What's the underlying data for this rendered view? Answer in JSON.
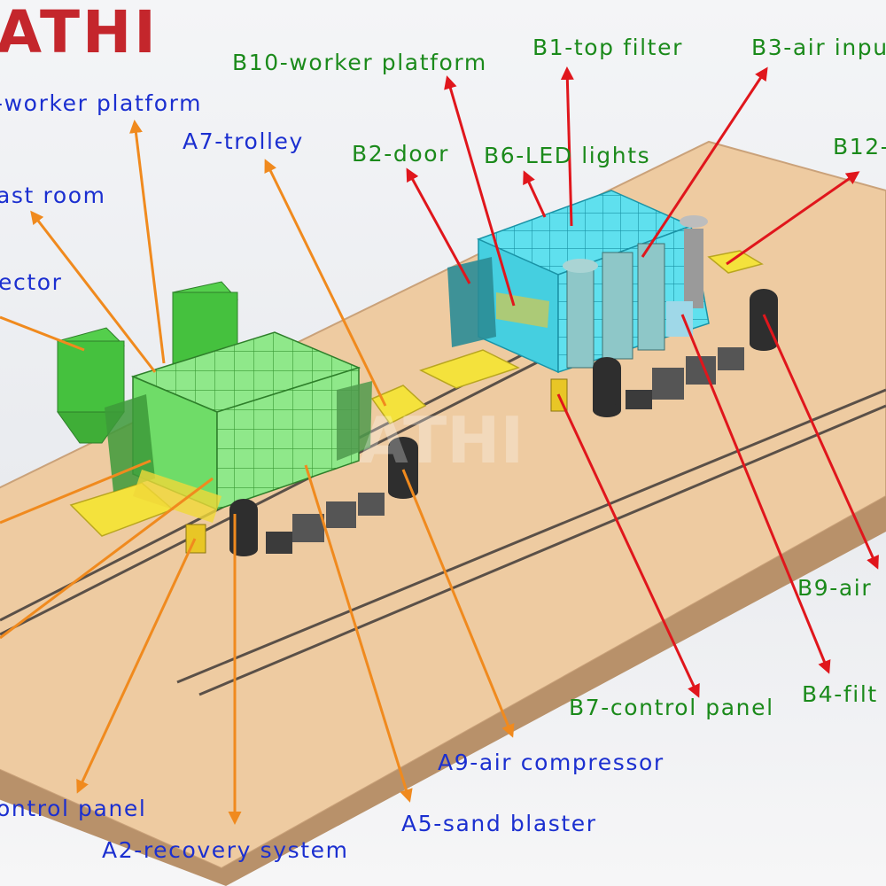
{
  "logo": {
    "text": "ATHI",
    "watermark": "ATHI"
  },
  "colors": {
    "left_line": "#f08a1e",
    "right_line": "#e0161c",
    "left_text": "#1b2fd0",
    "right_text": "#1b8a1b",
    "logo": "#c4262c"
  },
  "labels": {
    "a_worker_platform": "-worker platform",
    "a_blast_room": "ast room",
    "a_collector": "ector",
    "a7": "A7-trolley",
    "a_control_panel": "ontrol panel",
    "a2": "A2-recovery system",
    "a5": "A5-sand blaster",
    "a9": "A9-air compressor",
    "b10": "B10-worker platform",
    "b1": "B1-top filter",
    "b3": "B3-air inpu",
    "b2": "B2-door",
    "b6": "B6-LED lights",
    "b12": "B12-",
    "b9": "B9-air",
    "b4": "B4-filt",
    "b7": "B7-control panel"
  }
}
